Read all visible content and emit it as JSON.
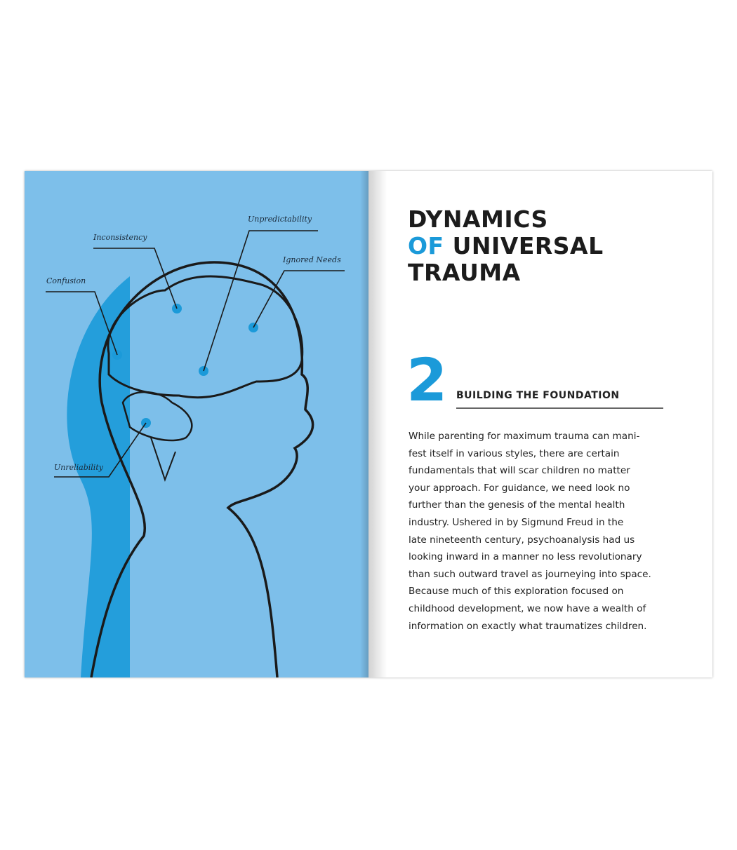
{
  "illustration": {
    "labels": [
      "Unpredictability",
      "Inconsistency",
      "Ignored Needs",
      "Confusion",
      "Unreliability"
    ]
  },
  "heading": {
    "line1": "DYNAMICS",
    "line2_accent": "OF",
    "line2_rest": " UNIVERSAL",
    "line3": "TRAUMA"
  },
  "chapter": {
    "number": "2",
    "title": "BUILDING THE FOUNDATION"
  },
  "body_lines": [
    "While parenting for maximum trauma can mani-",
    "fest itself in various styles, there are certain",
    "fundamentals that will scar children no matter",
    "your approach. For guidance, we need look no",
    "further than the genesis of the mental health",
    "industry. Ushered in by Sigmund Freud in the",
    "late nineteenth century, psychoanalysis had us",
    "looking inward in a manner no less revolutionary",
    "than such outward travel as journeying into space.",
    "Because much of this exploration focused on",
    "childhood development, we now have a wealth of",
    "information on exactly what traumatizes children."
  ],
  "colors": {
    "page_blue": "#7dbfea",
    "accent": "#1b9ad9",
    "ink": "#1c1c1c"
  }
}
